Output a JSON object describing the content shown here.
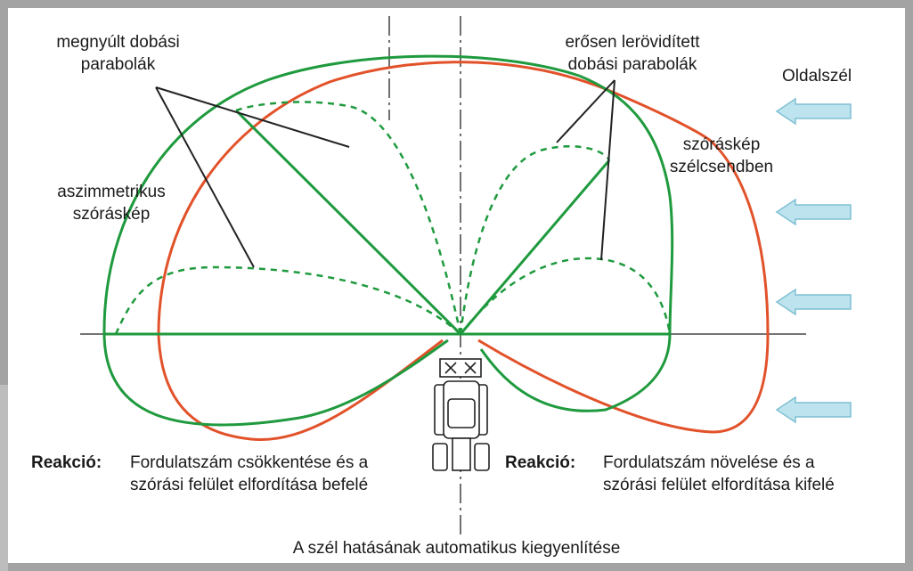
{
  "labels": {
    "elongated": [
      "megnyúlt dobási",
      "parabolák"
    ],
    "shortened": [
      "erősen lerövidített",
      "dobási parabolák"
    ],
    "crosswind": "Oldalszél",
    "calm_pattern": [
      "szóráskép",
      "szélcsendben"
    ],
    "asymmetric": [
      "aszimmetrikus",
      "szóráskép"
    ]
  },
  "reactions": {
    "left": {
      "title": "Reakció:",
      "lines": [
        "Fordulatszám csökkentése és a",
        "szórási felület elfordítása befelé"
      ]
    },
    "right": {
      "title": "Reakció:",
      "lines": [
        "Fordulatszám növelése és a",
        "szórási felület elfordítása kifelé"
      ]
    }
  },
  "caption": "A szél hatásának automatikus kiegyenlítése",
  "colors": {
    "green": "#1f9a3e",
    "orange": "#e2522a",
    "arrow_fill": "#bde3ee",
    "arrow_stroke": "#7fbfd3",
    "frame": "#a3a3a3"
  },
  "icons": [
    "tractor-icon",
    "wind-arrow-icon"
  ]
}
